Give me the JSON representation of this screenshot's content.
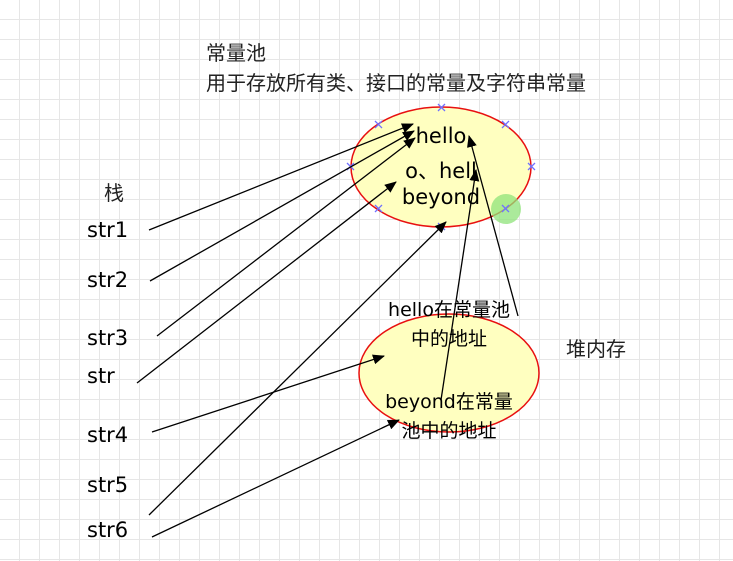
{
  "pool": {
    "title": "常量池",
    "description": "用于存放所有类、接口的常量及字符串常量",
    "items": [
      "hello",
      "o、hell",
      "beyond"
    ]
  },
  "stack": {
    "title": "栈",
    "vars": [
      "str1",
      "str2",
      "str3",
      "str",
      "str4",
      "str5",
      "str6"
    ]
  },
  "heap": {
    "title": "堆内存",
    "item1_line1": "hello在常量池",
    "item1_line2": "中的地址",
    "item2_line1": "beyond在常量",
    "item2_line2": "池中的地址"
  },
  "colors": {
    "ellipse_fill": "#ffffc0",
    "ellipse_stroke": "#e81010",
    "handle": "#7070ff",
    "highlight": "#8fe37a"
  }
}
